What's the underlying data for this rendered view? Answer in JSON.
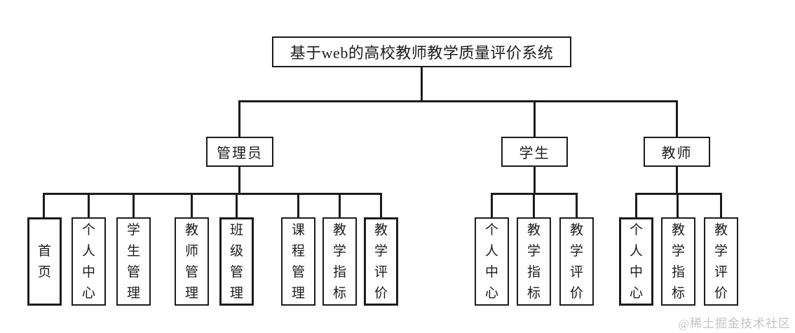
{
  "diagram": {
    "title": "基于web的高校教师教学质量评价系统",
    "branches": [
      {
        "label": "管理员",
        "children": [
          "首页",
          "个人中心",
          "学生管理",
          "教师管理",
          "班级管理",
          "课程管理",
          "教学指标",
          "教学评价"
        ]
      },
      {
        "label": "学生",
        "children": [
          "个人中心",
          "教学指标",
          "教学评价"
        ]
      },
      {
        "label": "教师",
        "children": [
          "个人中心",
          "教学指标",
          "教学评价"
        ]
      }
    ]
  },
  "watermark": "@稀土掘金技术社区",
  "colors": {
    "line": "#1c1c1c",
    "background": "#ffffff",
    "watermark_text": "#c3c3c3"
  }
}
